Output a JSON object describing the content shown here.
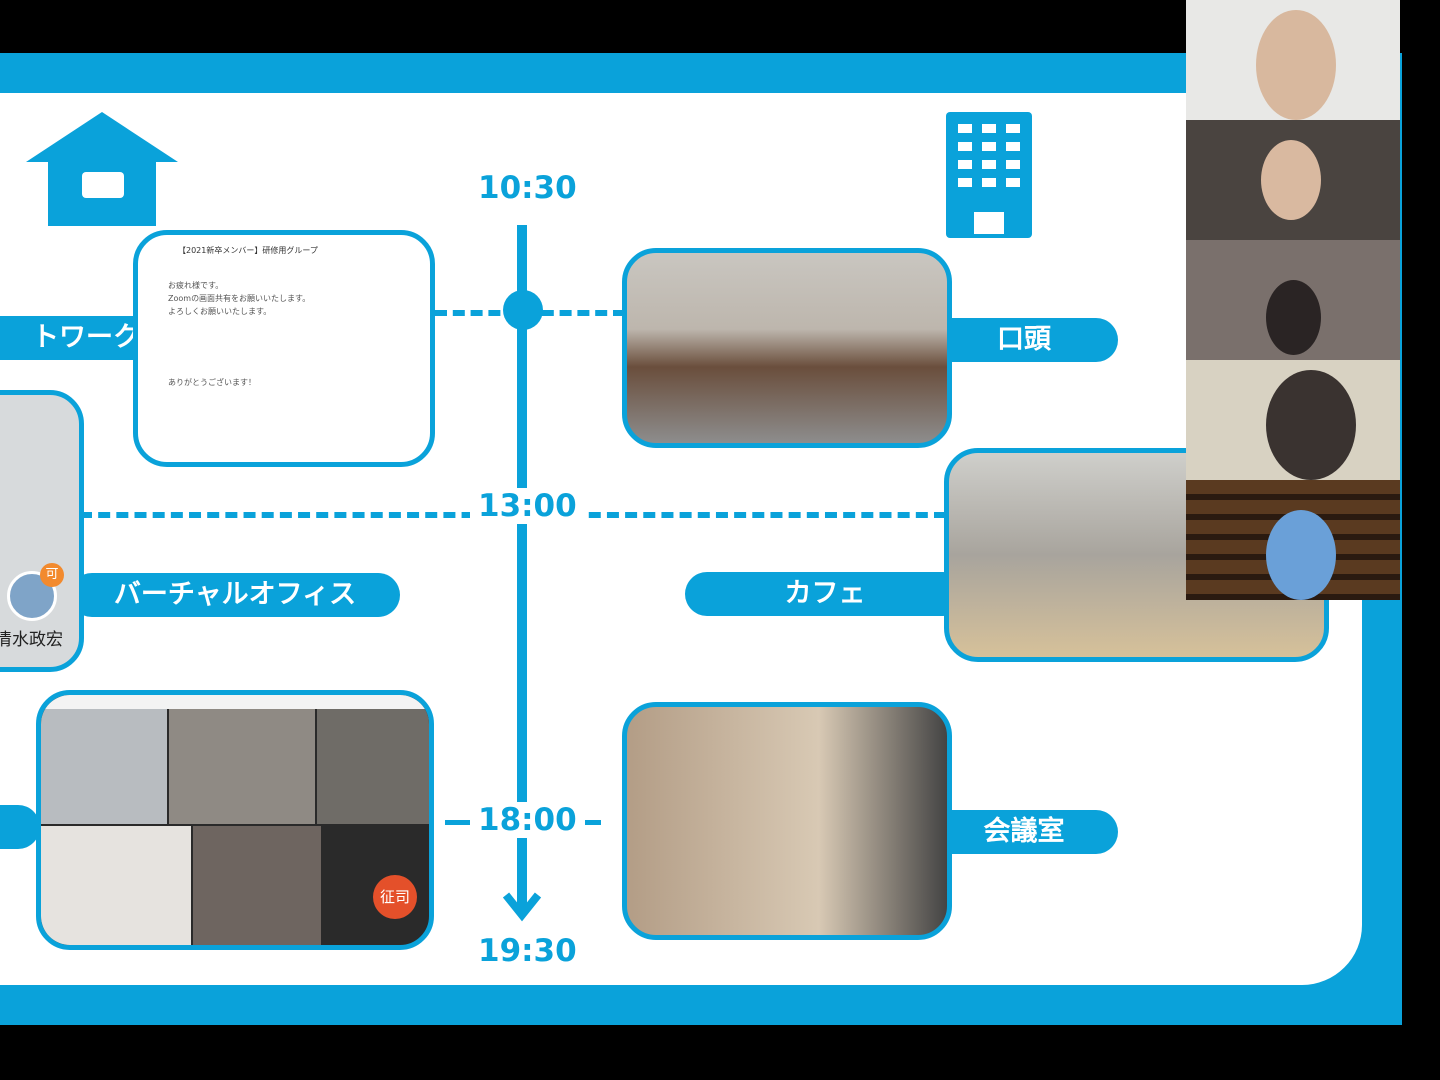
{
  "slide": {
    "times": [
      "10:30",
      "13:00",
      "18:00",
      "19:30"
    ],
    "labels": {
      "telework": "トワーク",
      "oral": "口頭",
      "virtual_office": "バーチャルオフィス",
      "cafe": "カフェ",
      "meeting_room": "会議室"
    },
    "chat": {
      "title": "【2021新卒メンバー】研修用グループ",
      "messages": [
        "お疲れ様です。",
        "Zoomの画面共有をお願いいたします。",
        "よろしくお願いいたします。",
        "ありがとうございます！"
      ]
    },
    "avatar_name": "清水政宏",
    "avatar_badge": "可",
    "zoom_badge": "征司",
    "accent": "#0aa2da"
  },
  "gallery": {
    "participants": 5
  }
}
